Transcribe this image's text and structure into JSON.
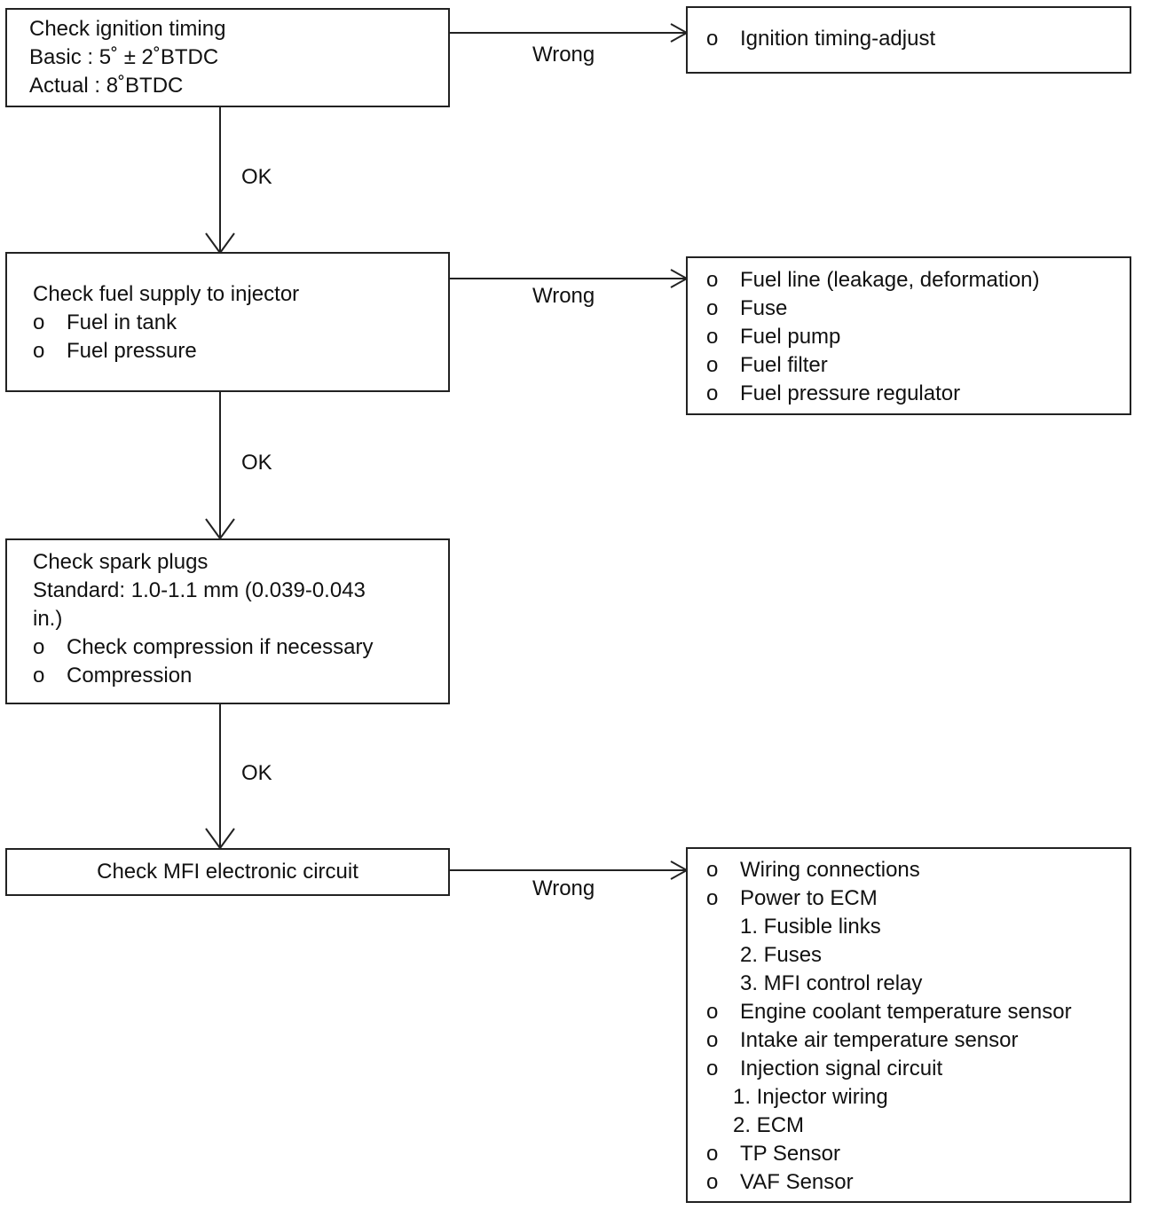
{
  "step1": {
    "title": "Check ignition timing",
    "basic": "Basic : 5˚ ± 2˚BTDC",
    "actual": "Actual : 8˚BTDC"
  },
  "step1_wrong": {
    "items": [
      "Ignition timing-adjust"
    ]
  },
  "step2": {
    "title": "Check fuel supply to injector",
    "items": [
      "Fuel in tank",
      "Fuel pressure"
    ]
  },
  "step2_wrong": {
    "items": [
      "Fuel line (leakage, deformation)",
      "Fuse",
      "Fuel pump",
      "Fuel filter",
      "Fuel pressure regulator"
    ]
  },
  "step3": {
    "title": "Check spark plugs",
    "standard_line1": "Standard: 1.0-1.1 mm (0.039-0.043",
    "standard_line2": "in.)",
    "items": [
      "Check compression if necessary",
      "Compression"
    ]
  },
  "step4": {
    "title": "Check MFI electronic circuit"
  },
  "step4_wrong": {
    "wiring": "Wiring connections",
    "power": "Power to ECM",
    "power_sub": [
      "1. Fusible links",
      "2. Fuses",
      "3. MFI control relay"
    ],
    "coolant": "Engine coolant temperature sensor",
    "intake": "Intake air temperature sensor",
    "injection": "Injection signal circuit",
    "injection_sub": [
      "1. Injector wiring",
      "2. ECM"
    ],
    "tp": "TP Sensor",
    "vaf": "VAF Sensor"
  },
  "labels": {
    "wrong": "Wrong",
    "ok": "OK",
    "bullet": "o"
  }
}
